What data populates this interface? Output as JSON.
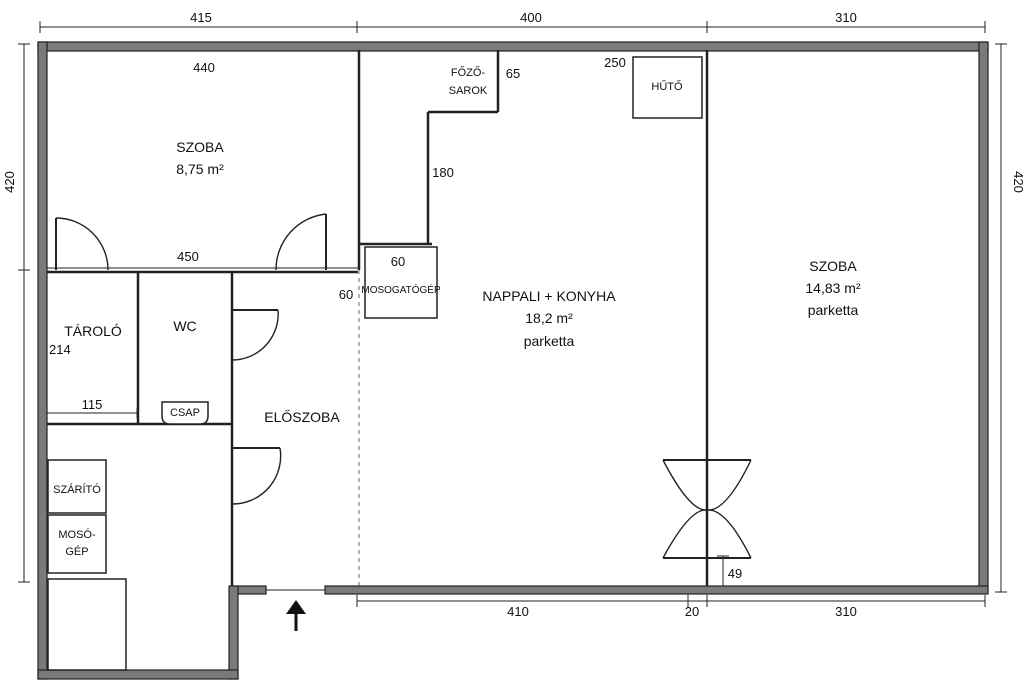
{
  "dimensions": {
    "top": [
      "415",
      "400",
      "310"
    ],
    "left_height": "420",
    "right_height": "420",
    "bottom": [
      "410",
      "20",
      "310"
    ],
    "room_width_440": "440",
    "room_width_450": "450",
    "storage_width": "115",
    "storage_height": "214",
    "counter_180": "180",
    "counter_65": "65",
    "counter_60_top": "60",
    "counter_60_side": "60",
    "fridge_offset": "250",
    "door_offset": "49"
  },
  "rooms": {
    "bedroom1": {
      "name": "SZOBA",
      "area": "8,75 m²"
    },
    "living": {
      "name": "NAPPALI + KONYHA",
      "area": "18,2 m²",
      "floor": "parketta"
    },
    "bedroom2": {
      "name": "SZOBA",
      "area": "14,83 m²",
      "floor": "parketta"
    },
    "storage": {
      "name": "TÁROLÓ"
    },
    "wc": {
      "name": "WC"
    },
    "hall": {
      "name": "ELŐSZOBA"
    }
  },
  "fixtures": {
    "cooker_line1": "FŐZŐ-",
    "cooker_line2": "SAROK",
    "fridge": "HŰTŐ",
    "dishwasher": "MOSOGATÓGÉP",
    "sink": "CSAP",
    "dryer": "SZÁRÍTÓ",
    "washer_line1": "MOSÓ-",
    "washer_line2": "GÉP"
  }
}
